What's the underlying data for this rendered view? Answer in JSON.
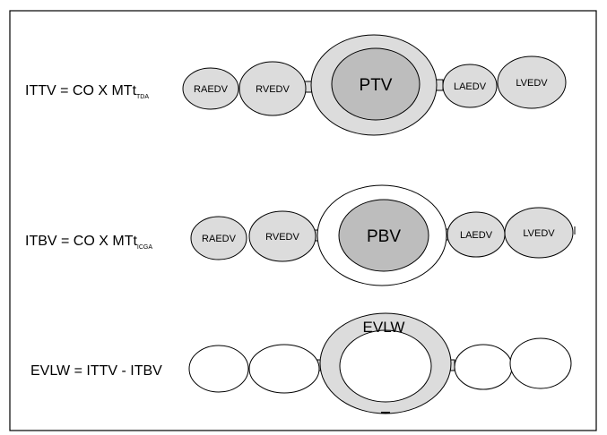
{
  "rows": [
    {
      "equation": {
        "main": "ITTV = CO X MTt",
        "sub": "TDA"
      },
      "chambers": [
        "RAEDV",
        "RVEDV",
        "LAEDV",
        "LVEDV"
      ],
      "center_label": "PTV",
      "ring_label": ""
    },
    {
      "equation": {
        "main": "ITBV = CO X MTt",
        "sub": "ICGA"
      },
      "chambers": [
        "RAEDV",
        "RVEDV",
        "LAEDV",
        "LVEDV"
      ],
      "center_label": "PBV",
      "ring_label": ""
    },
    {
      "equation": {
        "main": "EVLW = ITTV - ITBV",
        "sub": ""
      },
      "chambers": [
        "",
        "",
        "",
        ""
      ],
      "center_label": "",
      "ring_label": "EVLW"
    }
  ],
  "colors": {
    "border": "#000000",
    "chamber_fill": "#dcdcdc",
    "center_fill": "#bdbdbd",
    "ring_fill": "#dcdcdc",
    "empty_fill": "#ffffff",
    "stroke": "#000000"
  }
}
